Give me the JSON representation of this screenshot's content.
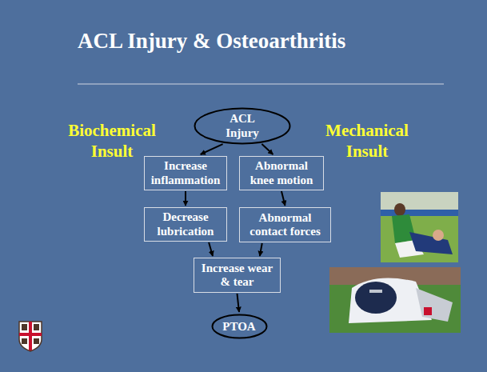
{
  "diagram": {
    "title": "ACL Injury & Osteoarthritis",
    "nodes": [
      {
        "text": [
          "ACL Injury"
        ]
      },
      {
        "text": [
          "Increase inflammation"
        ]
      },
      {
        "text": [
          "Abnormal knee motion"
        ]
      },
      {
        "text": [
          "Decrease lubrication"
        ]
      },
      {
        "text": [
          "Abnormal contact forces"
        ]
      },
      {
        "text": [
          "Increase wear & tear"
        ]
      },
      {
        "text": [
          "PTOA"
        ]
      }
    ],
    "edges": [
      {
        "from": 0,
        "to": 1,
        "arrow": "to"
      },
      {
        "from": 0,
        "to": 2,
        "arrow": "to"
      },
      {
        "from": 1,
        "to": 3,
        "arrow": "to"
      },
      {
        "from": 2,
        "to": 4,
        "arrow": "to"
      },
      {
        "from": 3,
        "to": 5,
        "arrow": "to"
      },
      {
        "from": 4,
        "to": 5,
        "arrow": "to"
      },
      {
        "from": 5,
        "to": 6,
        "arrow": "to"
      }
    ],
    "labels": [
      "Biochemical Insult",
      "Mechanical Insult"
    ]
  }
}
